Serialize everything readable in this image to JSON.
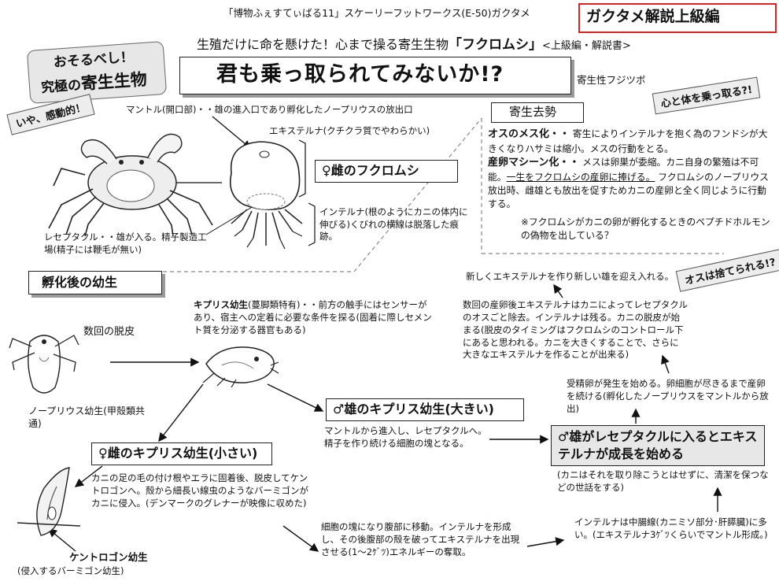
{
  "header": {
    "source": "「博物ふぇすてぃばる11」スケーリーフットワークス(E-50)ガクタメ",
    "badge": "ガクタメ解説上級編",
    "subtitle_prefix": "生殖だけに命を懸けた！心まで操る寄生生物",
    "subtitle_strong": "「フクロムシ」",
    "subtitle_suffix": "<上級編・解説書>",
    "main_title": "君も乗っ取られてみないか!?",
    "main_title_note": "寄生性フジツボ"
  },
  "tags": {
    "scary_line1": "おそるべし！",
    "scary_line2a": "究極の",
    "scary_line2b": "寄生生物",
    "moving": "いや、感動的！",
    "takeover": "心と体を乗っ取る?!",
    "discarded": "オスは捨てられる!?"
  },
  "crab_labels": {
    "mantle": "マントル(開口部)・・雄の進入口であり孵化したノープリウスの放出口",
    "externa": "エキステルナ(クチクラ質でやわらかい)",
    "female": "♀雌のフクロムシ",
    "interna": "インテルナ(根のようにカニの体内に伸びる)くびれの横線は脱落した痕跡。",
    "receptacle": "レセプタクル・・雄が入る。精子製造工場(精子には鞭毛が無い)"
  },
  "parasitism": {
    "title": "寄生去勢",
    "male_head": "オスのメス化・・",
    "male_text": "寄生によりインテルナを抱く為のフンドシが大きくなりハサミは縮小。メスの行動をとる。",
    "egg_head": "産卵マシーン化・・",
    "egg_text_a": "メスは卵巣が委縮。カニ自身の繁殖は不可能。",
    "egg_text_b": "一生をフクロムシの産卵に捧げる。",
    "egg_text_c": "フクロムシのノープリウス放出時、雌雄とも放出を促すためカニの産卵と全く同じように行動する。",
    "egg_note": "※フクロムシがカニの卵が孵化するときのペプチドホルモンの偽物を出している？"
  },
  "larva": {
    "title": "孵化後の幼生",
    "molts": "数回の脱皮",
    "nauplius": "ノープリウス幼生(甲殻類共通)",
    "cypris": "キプリス幼生",
    "cypris_rest": "(蔓脚類特有)・・前方の触手にはセンサーがあり、宿主への定着に必要な条件を探る(固着に際しセメント質を分泌する器官もある)",
    "male_cypris": "♂雄のキプリス幼生(大きい)",
    "male_cypris_text": "マントルから進入し、レセプタクルへ。精子を作り続ける細胞の塊となる。",
    "female_cypris": "♀雌のキプリス幼生(小さい)",
    "female_cypris_text": "カニの足の毛の付け根やエラに固着後、脱皮してケントロゴンへ。殻から細長い線虫のようなバーミゴンがカニに侵入。(デンマークのグレナーが映像に収めた)",
    "kentrogon": "ケントロゴン幼生",
    "vermigon": "(侵入するバーミゴン幼生)",
    "cell_mass": "細胞の塊になり腹部に移動。インテルナを形成し、その後腹部の殻を破ってエキステルナを出現させる(1〜2ｹﾞﾂ)エネルギーの奪取。",
    "interna_growth": "インテルナは中腸線(カニミソ部分･肝膵臓)に多い。(エキステルナ3ｹﾞﾂくらいでマントル形成。)"
  },
  "cycle": {
    "new_externa": "新しくエキステルナを作り新しい雄を迎え入れる。",
    "removal": "数回の産卵後エキステルナはカニによってレセプタクルのオスごと除去。インテルナは残る。カニの脱皮が始まる(脱皮のタイミングはフクロムシのコントロール下にあると思われる。カニを大きくすることで、さらに大きなエキステルナを作ることが出来る)",
    "fertilize": "受精卵が発生を始める。卵細胞が尽きるまで産卵を続ける(孵化したノープリウスをマントルから放出)",
    "male_enters": "♂雄がレセプタクルに入るとエキステルナが成長を始める",
    "crab_care": "(カニはそれを取り除こうとはせずに、清潔を保つなどの世話をする)"
  }
}
